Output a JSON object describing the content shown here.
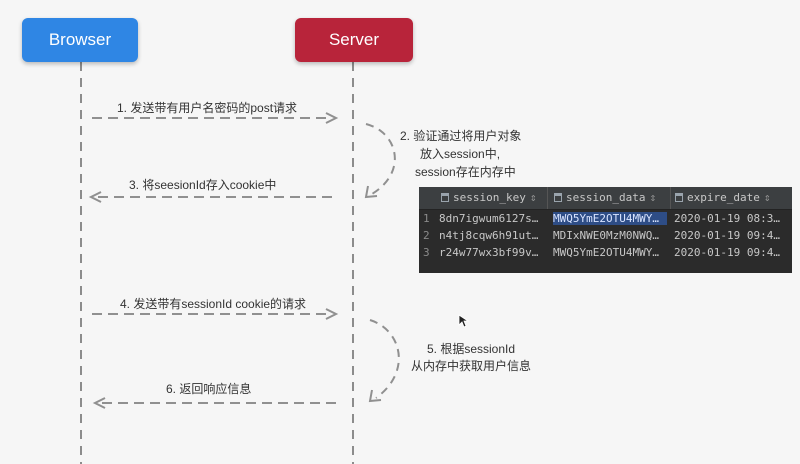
{
  "actors": {
    "browser": "Browser",
    "server": "Server"
  },
  "messages": {
    "m1": "1. 发送带有用户名密码的post请求",
    "m2_line1": "2. 验证通过将用户对象",
    "m2_line2": "放入session中,",
    "m2_line3": "session存在内存中",
    "m3": "3. 将seesionId存入cookie中",
    "m4": "4. 发送带有sessionId cookie的请求",
    "m5_line1": "5. 根据sessionId",
    "m5_line2": "从内存中获取用户信息",
    "m6": "6. 返回响应信息"
  },
  "db_table": {
    "columns": [
      "session_key",
      "session_data",
      "expire_date"
    ],
    "rows": [
      {
        "num": "1",
        "session_key": "8dn7igwum6127s…",
        "session_data": "MWQ5YmE2OTU4MWY…",
        "expire_date": "2020-01-19 08:3…"
      },
      {
        "num": "2",
        "session_key": "n4tj8cqw6h91ut…",
        "session_data": "MDIxNWE0MzM0NWQ…",
        "expire_date": "2020-01-19 09:4…"
      },
      {
        "num": "3",
        "session_key": "r24w77wx3bf99v…",
        "session_data": "MWQ5YmE2OTU4MWY…",
        "expire_date": "2020-01-19 09:4…"
      }
    ],
    "sort_icon": "⇕",
    "column_icon": "column-icon"
  },
  "colors": {
    "browser": "#2f86e4",
    "server": "#b8243a",
    "line": "#909090",
    "db_bg": "#2b2b2b"
  }
}
